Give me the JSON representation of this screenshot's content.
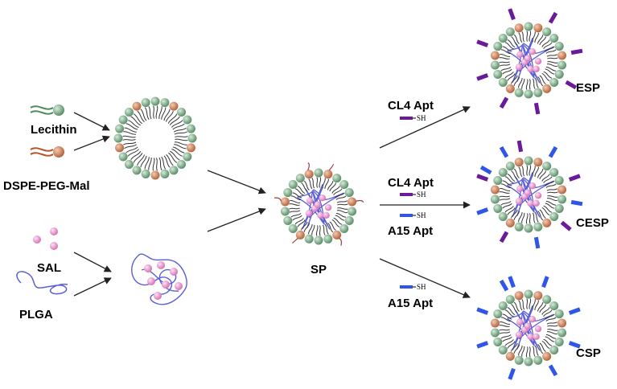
{
  "diagram": {
    "components": {
      "lecithin": "Lecithin",
      "dspe": "DSPE-PEG-Mal",
      "sal": "SAL",
      "plga": "PLGA"
    },
    "products": {
      "sp": "SP",
      "esp": "ESP",
      "cesp": "CESP",
      "csp": "CSP"
    },
    "aptamers": {
      "cl4_top": "CL4 Apt",
      "cl4_mid": "CL4 Apt",
      "a15_mid": "A15 Apt",
      "a15_bot": "A15 Apt",
      "sh": "SH"
    },
    "colors": {
      "green_head": "#6b9e7a",
      "brown_head": "#c9805f",
      "pink_drug": "#e58bc7",
      "plga_line": "#5a5fd6",
      "cl4": "#6a1b9a",
      "a15": "#2f56e8",
      "tail": "#333333"
    }
  }
}
